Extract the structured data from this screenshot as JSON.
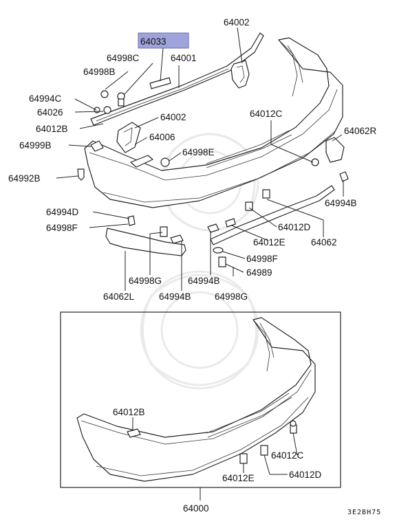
{
  "highlight_color": "#9fa3dc",
  "watermark": "Mitsubishi parts crest",
  "labels": {
    "l_64002_top": "64002",
    "l_64033": "64033",
    "l_64998C": "64998C",
    "l_64001": "64001",
    "l_64998B": "64998B",
    "l_64994C": "64994C",
    "l_64026": "64026",
    "l_64002_mid": "64002",
    "l_64012B_top": "64012B",
    "l_64006": "64006",
    "l_64999B": "64999B",
    "l_64998E": "64998E",
    "l_64012C_top": "64012C",
    "l_64062R": "64062R",
    "l_64992B": "64992B",
    "l_64994B_right": "64994B",
    "l_64994D": "64994D",
    "l_64998F_left": "64998F",
    "l_64012D_top": "64012D",
    "l_64012E_top": "64012E",
    "l_64062": "64062",
    "l_64998F_right": "64998F",
    "l_64989": "64989",
    "l_64998G_left": "64998G",
    "l_64994B_mid": "64994B",
    "l_64998G_right": "64998G",
    "l_64062L": "64062L",
    "l_64994B_bottom": "64994B",
    "l_64012B_box": "64012B",
    "l_64012C_box": "64012C",
    "l_64012D_box": "64012D",
    "l_64012E_box": "64012E",
    "l_64000": "64000",
    "diagram_code": "3E2BH75"
  }
}
